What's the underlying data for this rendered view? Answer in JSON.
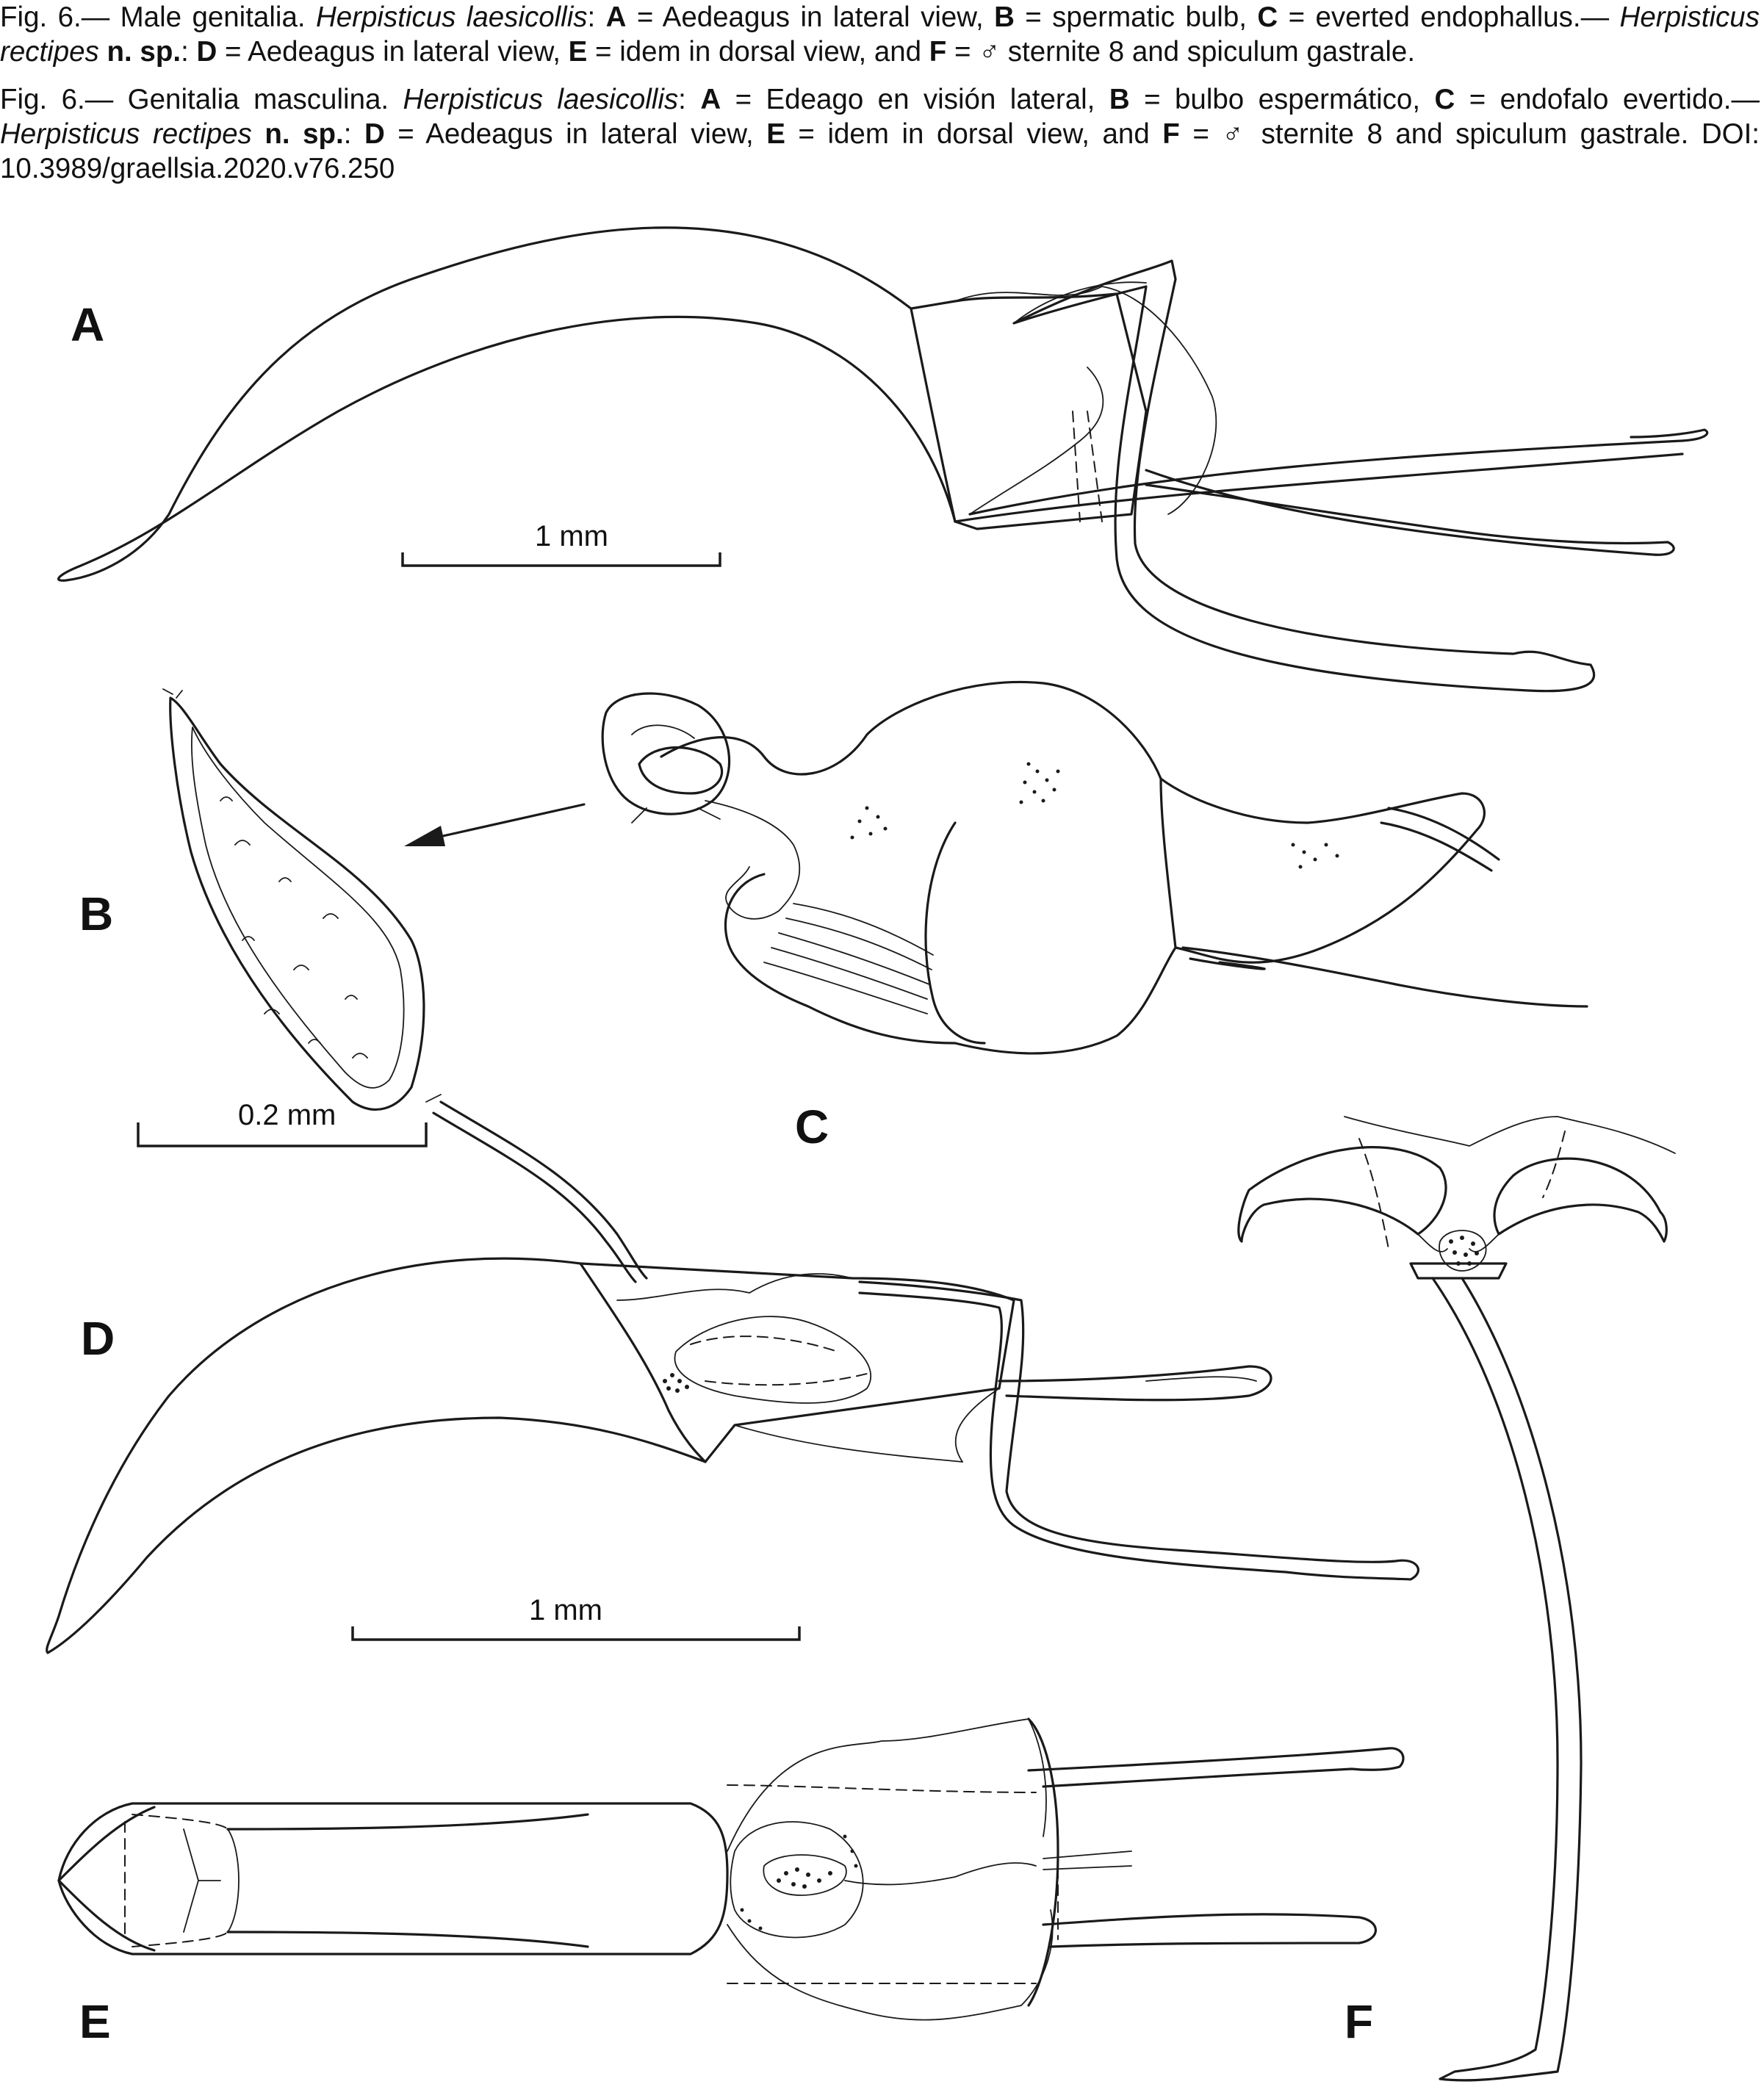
{
  "caption_en": {
    "prefix": "Fig. 6.— Male genitalia.",
    "species_1": "Herpisticus laesicollis",
    "colon_1": ":",
    "items_1": [
      {
        "key": "A",
        "text": " = Aedeagus in lateral view, "
      },
      {
        "key": "B",
        "text": " = spermatic bulb, "
      },
      {
        "key": "C",
        "text": " = everted endophallus.— "
      }
    ],
    "species_2": "Herpisticus rectipes",
    "new_species": "n. sp.",
    "colon_2": ": ",
    "items_2": [
      {
        "key": "D",
        "text": " = Aedeagus in lateral view, "
      },
      {
        "key": "E",
        "text": " = idem in dorsal view, and "
      },
      {
        "key": "F",
        "text": " = ♂ sternite 8 and spiculum gastrale."
      }
    ]
  },
  "caption_es": {
    "prefix": "Fig. 6.— Genitalia masculina.",
    "species_1": "Herpisticus laesicollis",
    "colon_1": ":",
    "items_1": [
      {
        "key": "A",
        "text": " = Edeago en visión lateral, "
      },
      {
        "key": "B",
        "text": " = bulbo espermático, "
      },
      {
        "key": "C",
        "text": " = endofalo evertido.— "
      }
    ],
    "species_2": "Herpisticus rectipes",
    "new_species": "n. sp.",
    "colon_2": ": ",
    "items_2": [
      {
        "key": "D",
        "text": " = Aedeagus in lateral view, "
      },
      {
        "key": "E",
        "text": " = idem in dorsal view, and "
      },
      {
        "key": "F",
        "text": " = ♂ sternite 8 and spiculum gastrale. DOI: 10.3989/graellsia.2020.v76.250"
      }
    ]
  },
  "panels": {
    "A": "A",
    "B": "B",
    "C": "C",
    "D": "D",
    "E": "E",
    "F": "F"
  },
  "scale_bars": {
    "top": "1 mm",
    "bulb": "0.2 mm",
    "bottom": "1 mm"
  }
}
